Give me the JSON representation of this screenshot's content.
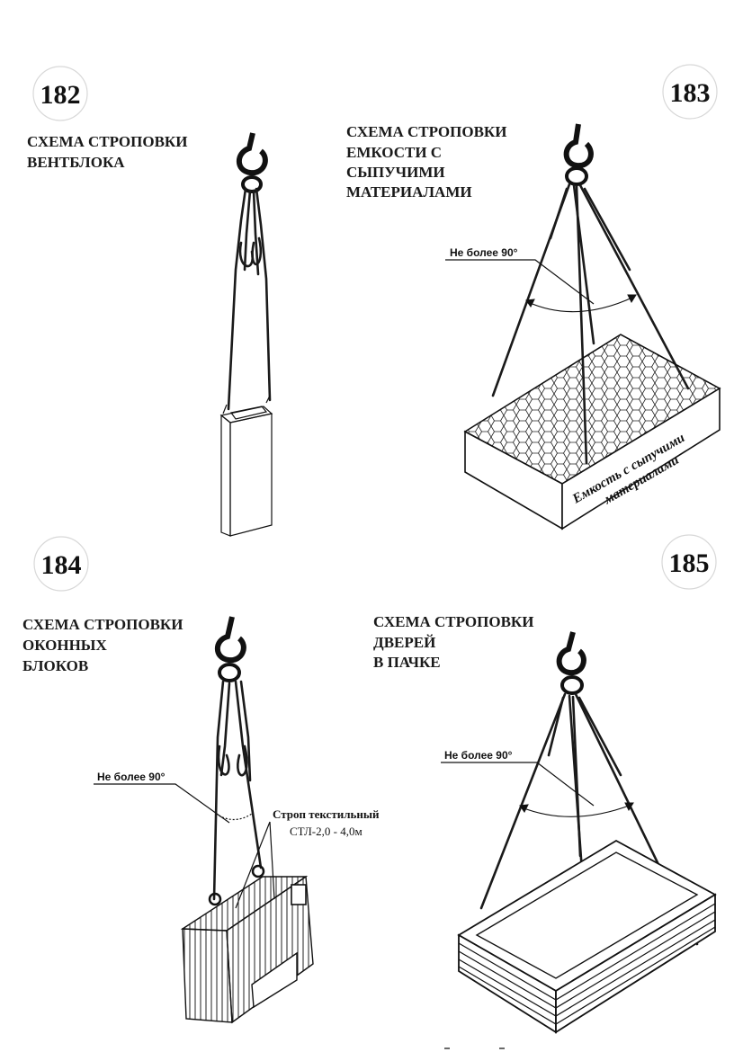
{
  "colors": {
    "ink": "#111111",
    "paper": "#ffffff",
    "circle": "#d8d8d8"
  },
  "panels": [
    {
      "number": "182",
      "title_lines": [
        "СХЕМА СТРОПОВКИ",
        "ВЕНТБЛОКА"
      ]
    },
    {
      "number": "183",
      "title_lines": [
        "СХЕМА СТРОПОВКИ",
        "ЕМКОСТИ С",
        "СЫПУЧИМИ",
        "МАТЕРИАЛАМИ"
      ],
      "angle_note": "Не более 90°",
      "box_label_lines": [
        "Емкость с сыпучими",
        "материалами"
      ]
    },
    {
      "number": "184",
      "title_lines": [
        "СХЕМА СТРОПОВКИ",
        "ОКОННЫХ",
        "БЛОКОВ"
      ],
      "angle_note": "Не более 90°",
      "sling_label_lines": [
        "Строп текстильный",
        "СТЛ-2,0 - 4,0м"
      ]
    },
    {
      "number": "185",
      "title_lines": [
        "СХЕМА СТРОПОВКИ",
        "ДВЕРЕЙ",
        "В ПАЧКЕ"
      ],
      "angle_note": "Не более 90°"
    }
  ]
}
